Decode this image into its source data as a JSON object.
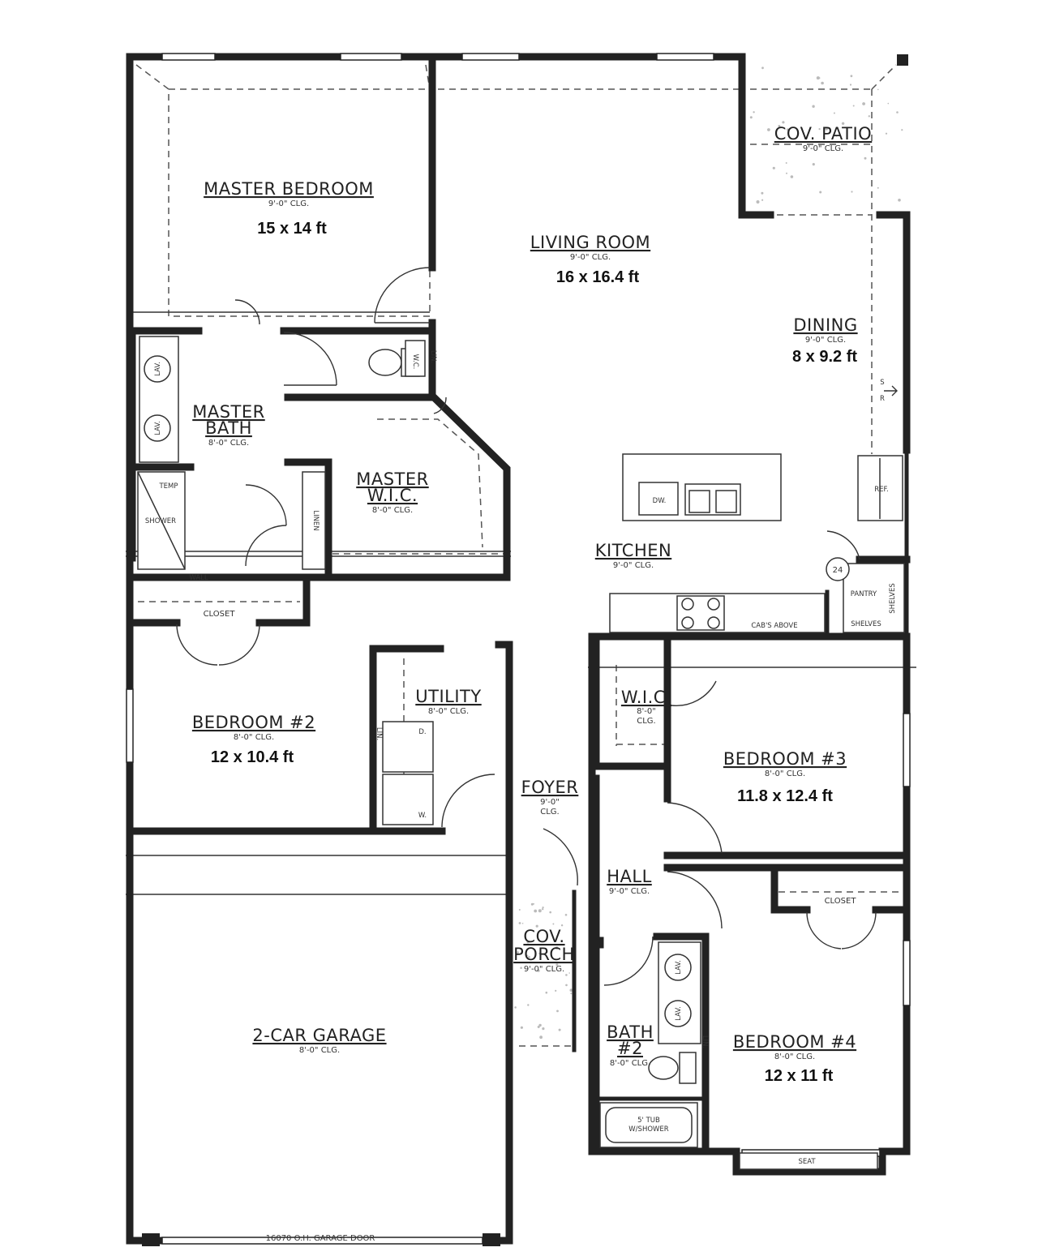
{
  "rooms": {
    "master_bedroom": {
      "name": "MASTER BEDROOM",
      "clg": "9'-0\" CLG.",
      "dims": "15 x 14 ft"
    },
    "living_room": {
      "name": "LIVING ROOM",
      "clg": "9'-0\" CLG.",
      "dims": "16 x 16.4 ft"
    },
    "cov_patio": {
      "name": "COV. PATIO",
      "clg": "9'-0\" CLG."
    },
    "dining": {
      "name": "DINING",
      "clg": "9'-0\" CLG.",
      "dims": "8 x 9.2 ft"
    },
    "master_bath": {
      "name_line1": "MASTER",
      "name_line2": "BATH",
      "clg": "8'-0\" CLG."
    },
    "master_wic": {
      "name_line1": "MASTER",
      "name_line2": "W.I.C.",
      "clg": "8'-0\" CLG."
    },
    "kitchen": {
      "name": "KITCHEN",
      "clg": "9'-0\" CLG."
    },
    "bedroom2": {
      "name": "BEDROOM #2",
      "clg": "8'-0\" CLG.",
      "dims": "12 x 10.4 ft"
    },
    "utility": {
      "name": "UTILITY",
      "clg": "8'-0\" CLG."
    },
    "foyer": {
      "name": "FOYER",
      "clg_line1": "9'-0\"",
      "clg_line2": "CLG."
    },
    "wic": {
      "name": "W.I.C.",
      "clg_line1": "8'-0\"",
      "clg_line2": "CLG."
    },
    "bedroom3": {
      "name": "BEDROOM #3",
      "clg": "8'-0\" CLG.",
      "dims": "11.8 x 12.4 ft"
    },
    "hall": {
      "name": "HALL",
      "clg": "9'-0\" CLG."
    },
    "cov_porch": {
      "name_line1": "COV.",
      "name_line2": "PORCH",
      "clg": "9'-0\" CLG."
    },
    "bath2": {
      "name_line1": "BATH",
      "name_line2": "#2",
      "clg": "8'-0\" CLG."
    },
    "bedroom4": {
      "name": "BEDROOM #4",
      "clg": "8'-0\" CLG.",
      "dims": "12 x 11 ft"
    },
    "garage": {
      "name": "2-CAR GARAGE",
      "clg": "8'-0\" CLG."
    }
  },
  "labels": {
    "lav": "LAV.",
    "wc": "W.C.",
    "lin": "LIN.",
    "linen": "LINEN",
    "temp": "TEMP",
    "shower": "SHOWER",
    "wall": "WALL",
    "closet_b2": "CLOSET",
    "closet_b4": "CLOSET",
    "dw": "DW.",
    "ref": "REF.",
    "pantry": "PANTRY",
    "shelves": "SHELVES",
    "cabs_above": "CAB'S ABOVE",
    "circle_num": "24",
    "sr": "S\nR",
    "dryer": "D.",
    "washer": "W.",
    "tub": "5' TUB",
    "tub2": "W/SHOWER",
    "seat": "SEAT",
    "garage_door": "16070 O.H. GARAGE DOOR"
  }
}
